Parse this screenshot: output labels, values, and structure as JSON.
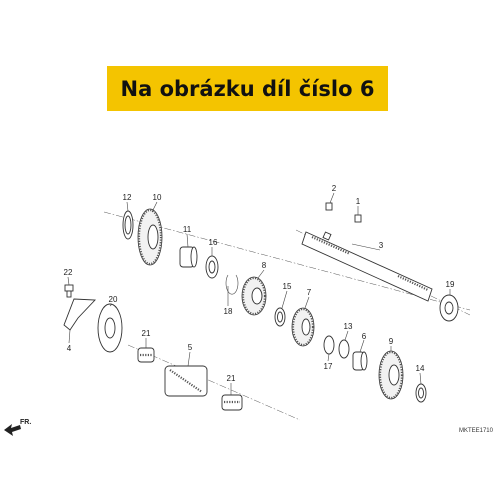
{
  "banner": {
    "text": "Na obrázku díl číslo 6",
    "color": "#f4c400"
  },
  "diagram": {
    "code": "MKTEE1710",
    "direction_label": "FR.",
    "callouts": [
      "1",
      "2",
      "3",
      "4",
      "5",
      "6",
      "7",
      "8",
      "9",
      "10",
      "11",
      "12",
      "13",
      "14",
      "15",
      "16",
      "17",
      "18",
      "19",
      "20",
      "21",
      "21",
      "22"
    ]
  },
  "icons": [
    "front-arrow-icon"
  ]
}
